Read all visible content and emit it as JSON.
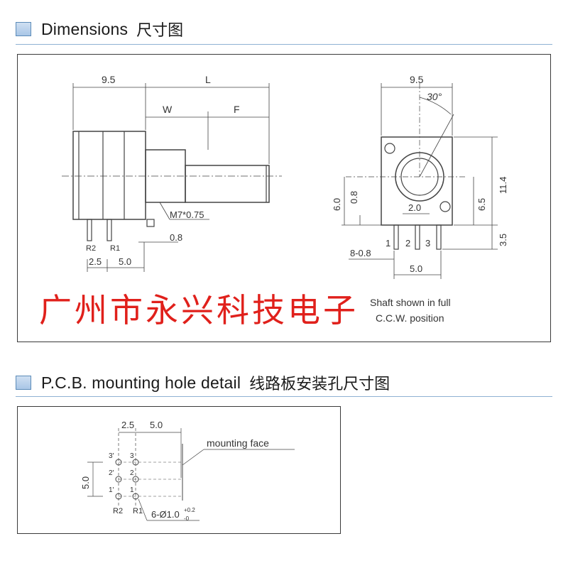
{
  "section1": {
    "title": "Dimensions",
    "title_cn": "尺寸图",
    "side_view": {
      "dim_9_5": "9.5",
      "dim_L": "L",
      "dim_W": "W",
      "dim_F": "F",
      "thread": "M7*0.75",
      "dim_0_8": "0.8",
      "pin_r2": "R2",
      "pin_r1": "R1",
      "dim_2_5": "2.5",
      "dim_5_0": "5.0"
    },
    "front_view": {
      "dim_9_5": "9.5",
      "angle": "30°",
      "dim_11_4": "11.4",
      "dim_6_0": "6.0",
      "dim_0_8": "0.8",
      "dim_6_5": "6.5",
      "dim_2_0": "2.0",
      "dim_3_5": "3.5",
      "pin1": "1",
      "pin2": "2",
      "pin3": "3",
      "dim_8_0_8": "8-0.8",
      "dim_5_0": "5.0"
    },
    "watermark": "广州市永兴科技电子",
    "note_line1": "Shaft shown in full",
    "note_line2": "C.C.W. position"
  },
  "section2": {
    "title": "P.C.B. mounting hole detail",
    "title_cn": "线路板安装孔尺寸图",
    "dim_2_5": "2.5",
    "dim_5_0_top": "5.0",
    "mounting_face": "mounting face",
    "dim_5_0_side": "5.0",
    "hole_labels_left": [
      "3'",
      "2'",
      "1'"
    ],
    "hole_labels_right": [
      "3",
      "2",
      "1"
    ],
    "col_label_r2": "R2",
    "col_label_r1": "R1",
    "hole_spec": "6-Ø1.0",
    "tol_plus": "+0.2",
    "tol_minus": "-0"
  },
  "colors": {
    "accent_blue": "#8fb1d3",
    "watermark_red": "#e0201b",
    "line": "#444444"
  }
}
